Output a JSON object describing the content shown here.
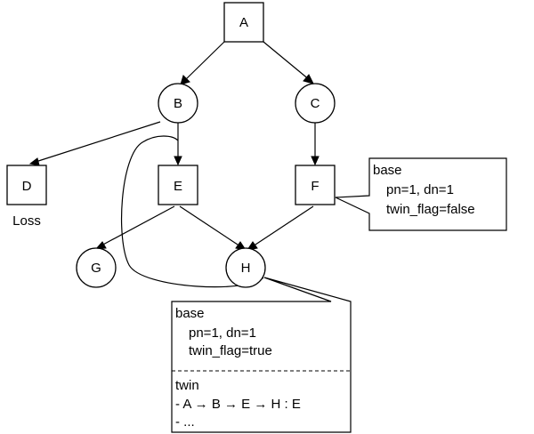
{
  "nodes": {
    "A": {
      "label": "A",
      "shape": "square"
    },
    "B": {
      "label": "B",
      "shape": "circle"
    },
    "C": {
      "label": "C",
      "shape": "circle"
    },
    "D": {
      "label": "D",
      "shape": "square"
    },
    "E": {
      "label": "E",
      "shape": "square"
    },
    "F": {
      "label": "F",
      "shape": "square"
    },
    "G": {
      "label": "G",
      "shape": "circle"
    },
    "H": {
      "label": "H",
      "shape": "circle"
    }
  },
  "d_annotation": "Loss",
  "edges": [
    {
      "from": "A",
      "to": "B"
    },
    {
      "from": "A",
      "to": "C"
    },
    {
      "from": "B",
      "to": "D"
    },
    {
      "from": "B",
      "to": "E"
    },
    {
      "from": "C",
      "to": "F"
    },
    {
      "from": "E",
      "to": "G"
    },
    {
      "from": "E",
      "to": "H"
    },
    {
      "from": "F",
      "to": "H"
    },
    {
      "from": "H",
      "to": "B",
      "style": "curved-loop"
    }
  ],
  "callout_f": {
    "title": "base",
    "line1": "pn=1, dn=1",
    "line2": "twin_flag=false"
  },
  "callout_h": {
    "title": "base",
    "line1": "pn=1, dn=1",
    "line2": "twin_flag=true",
    "twin_title": "twin",
    "twin_line1": "- A → B → E → H : E",
    "twin_line2": "- ..."
  }
}
